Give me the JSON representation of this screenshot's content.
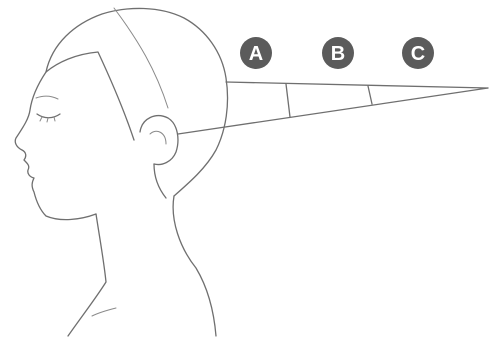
{
  "section_labels": {
    "a": "A",
    "b": "B",
    "c": "C"
  },
  "colors": {
    "line": "#6f6f6f",
    "badge": "#5b5b5b",
    "badge_text": "#ffffff",
    "background": "#ffffff"
  }
}
